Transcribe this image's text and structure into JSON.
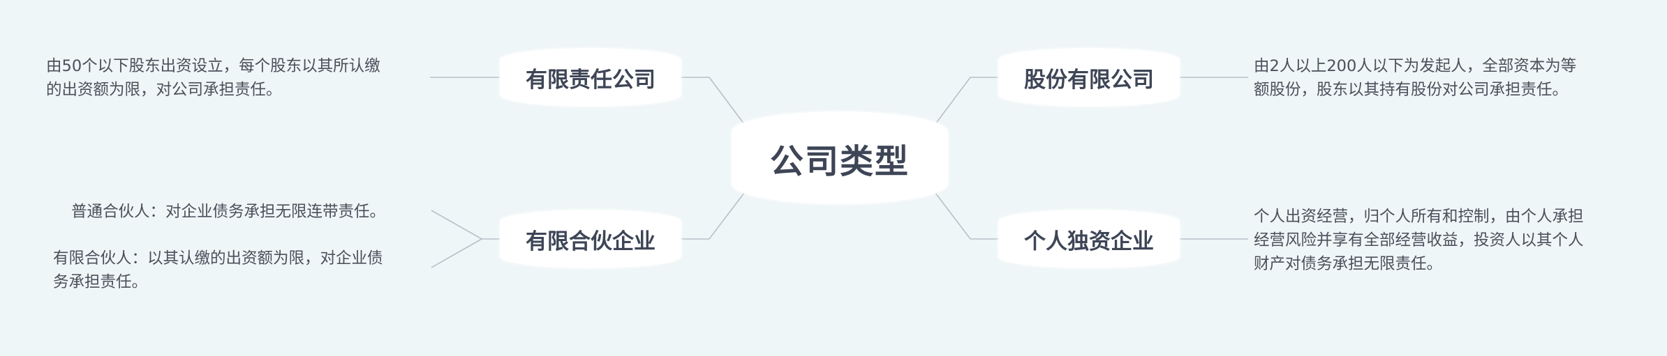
{
  "root": {
    "label": "公司类型"
  },
  "branches": {
    "llc": {
      "label": "有限责任公司",
      "note": [
        "由50个以下股东出资设立，每个股东以其所认缴",
        "的出资额为限，对公司承担责任。"
      ]
    },
    "jsc": {
      "label": "股份有限公司",
      "note": [
        "由2人以上200人以下为发起人，全部资本为等",
        "额股份，股东以其持有股份对公司承担责任。"
      ]
    },
    "lp": {
      "label": "有限合伙企业",
      "notes": {
        "general_partner": [
          "普通合伙人：对企业债务承担无限连带责任。"
        ],
        "limited_partner": [
          "有限合伙人：以其认缴的出资额为限，对企业债",
          "务承担责任。"
        ]
      }
    },
    "sole": {
      "label": "个人独资企业",
      "note": [
        "个人出资经营，归个人所有和控制，由个人承担",
        "经营风险并享有全部经营收益，投资人以其个人",
        "财产对债务承担无限责任。"
      ]
    }
  },
  "colors": {
    "background": "#eff6f7",
    "node_fill": "#ffffff",
    "node_text": "#3d4556",
    "note_text": "#4a4f5a",
    "connector": "#b7c0c8"
  }
}
